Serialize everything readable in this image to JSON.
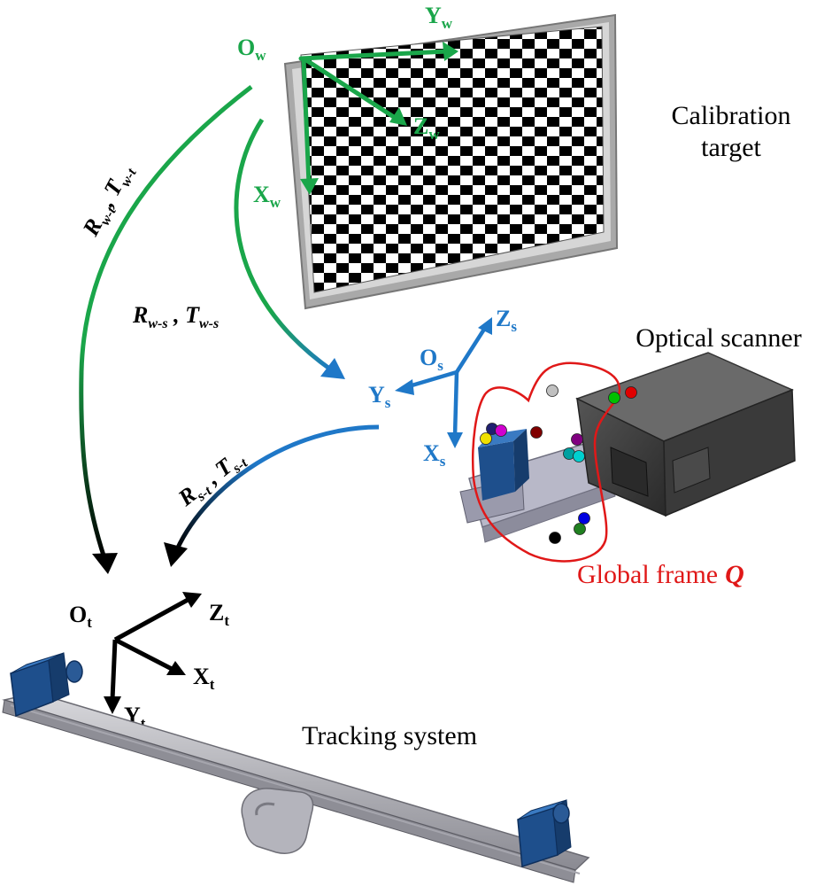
{
  "colors": {
    "world": "#1aa64a",
    "scanner": "#1f78c8",
    "tracker": "#000000",
    "global": "#e01818"
  },
  "labels": {
    "calibration_target": [
      "Calibration",
      "target"
    ],
    "optical_scanner": "Optical scanner",
    "tracking_system": "Tracking system",
    "global_frame": "Global frame",
    "global_frame_symbol": "Q"
  },
  "world_frame": {
    "origin": "O",
    "origin_sub": "w",
    "x": "X",
    "x_sub": "w",
    "y": "Y",
    "y_sub": "w",
    "z": "Z",
    "z_sub": "w"
  },
  "scanner_frame": {
    "origin": "O",
    "origin_sub": "s",
    "x": "X",
    "x_sub": "s",
    "y": "Y",
    "y_sub": "s",
    "z": "Z",
    "z_sub": "s"
  },
  "tracker_frame": {
    "origin": "O",
    "origin_sub": "t",
    "x": "X",
    "x_sub": "t",
    "y": "Y",
    "y_sub": "t",
    "z": "Z",
    "z_sub": "t"
  },
  "transforms": {
    "world_to_tracker": {
      "r": "R",
      "r_sub": "w-t",
      "t": "T",
      "t_sub": "w-t"
    },
    "world_to_scanner": {
      "r": "R",
      "r_sub": "w-s",
      "t": "T",
      "t_sub": "w-s"
    },
    "scanner_to_tracker": {
      "r": "R",
      "r_sub": "s-t",
      "t": "T",
      "t_sub": "s-t"
    }
  },
  "marker_colors": [
    "#c0c0c0",
    "#00c000",
    "#e00000",
    "#202070",
    "#d000d0",
    "#f0e000",
    "#800000",
    "#800080",
    "#00a0a0",
    "#00d0d0",
    "#0000e0",
    "#208020",
    "#000000"
  ]
}
